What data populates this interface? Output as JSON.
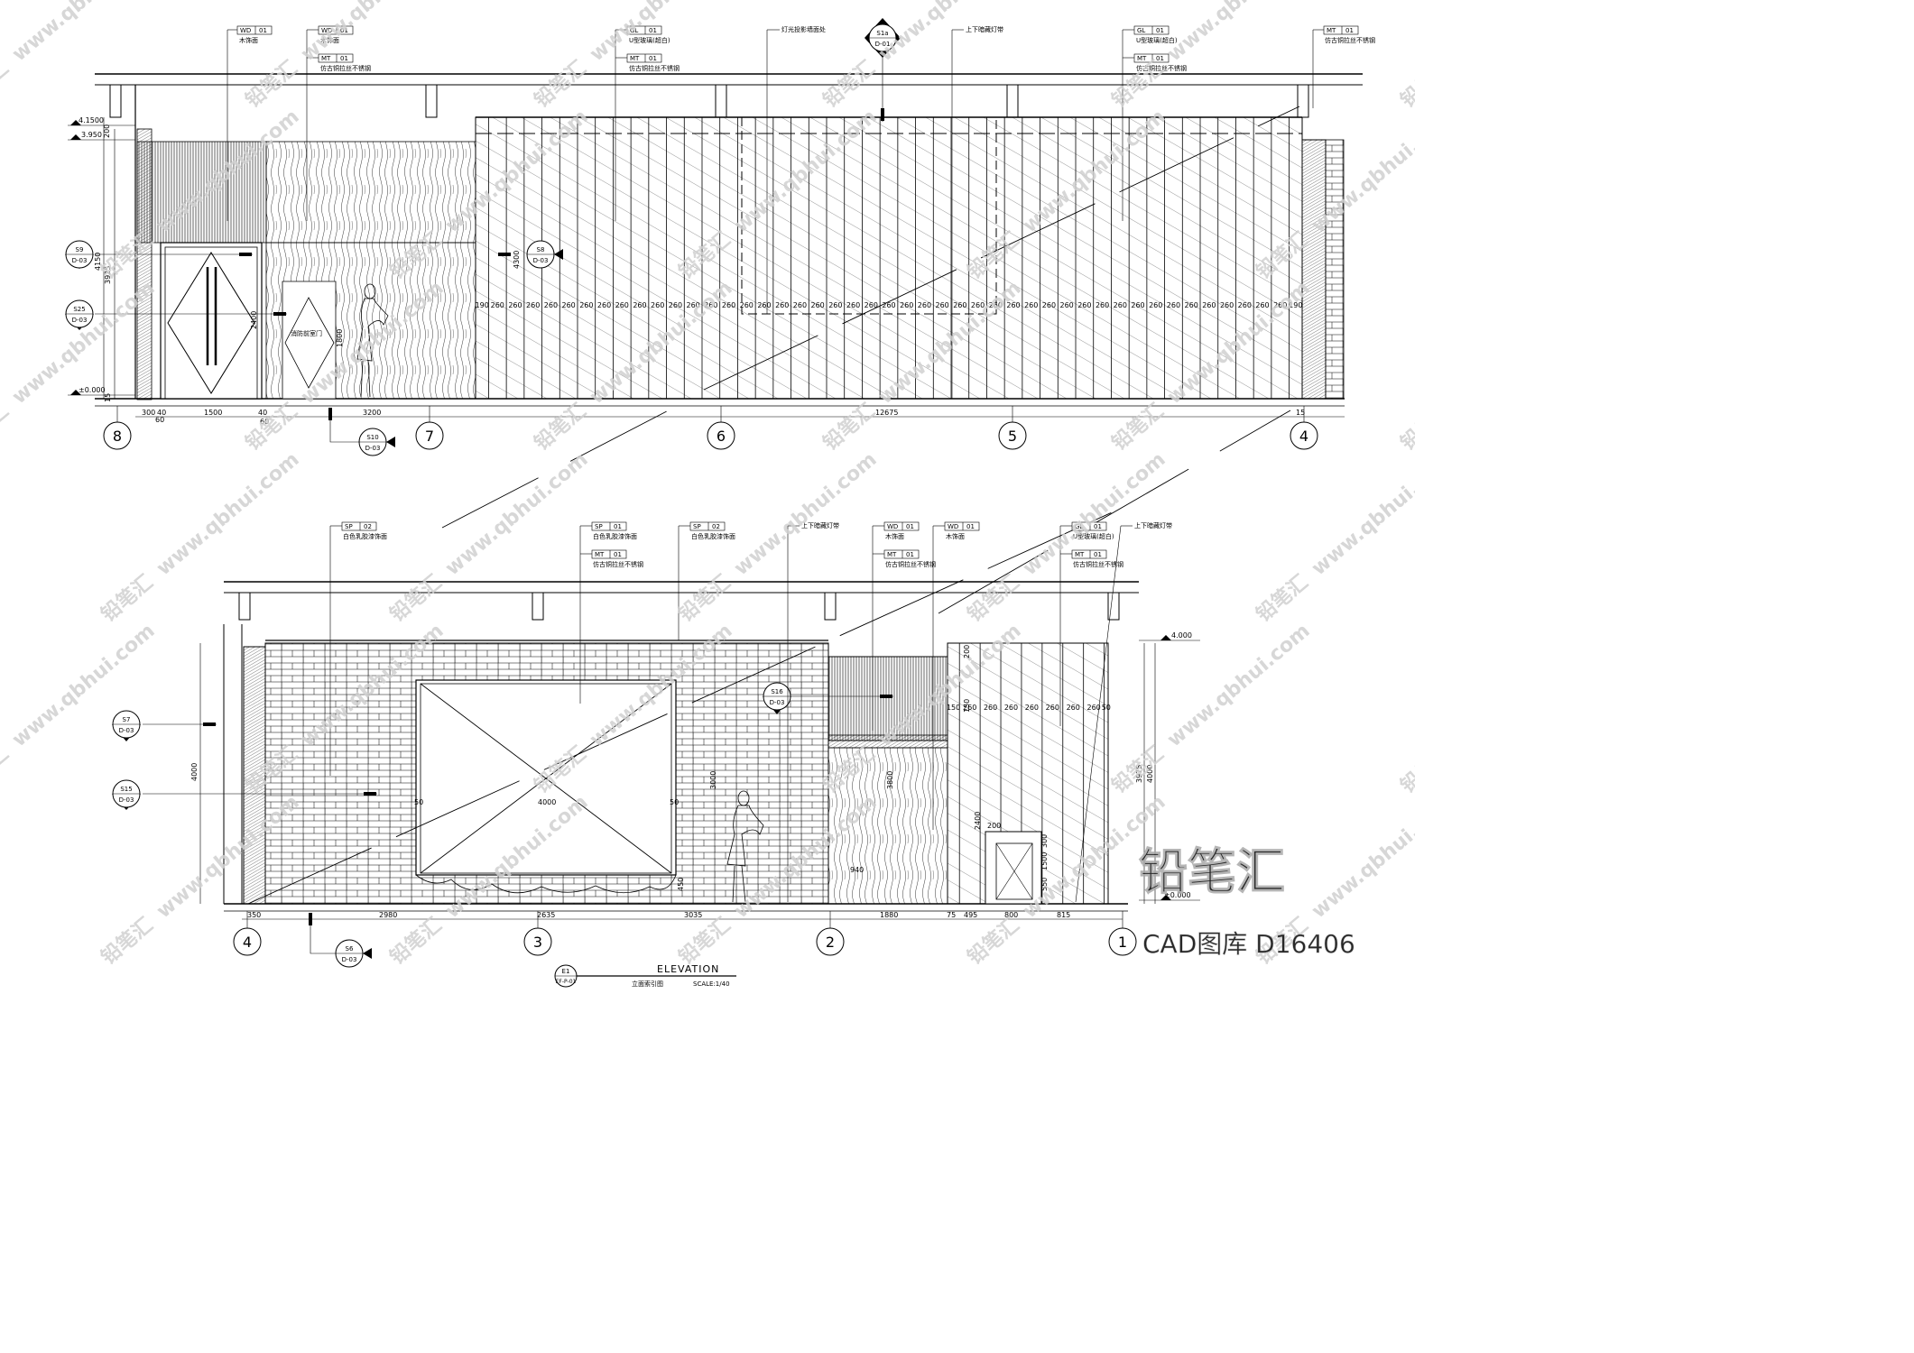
{
  "upper_elevation": {
    "levels": [
      "4.1500",
      "3.950",
      "±0.000"
    ],
    "vertical_dims": [
      "200",
      "3925",
      "4150",
      "2400",
      "1800",
      "4300",
      "15"
    ],
    "horizontal_dims": [
      "300",
      "40",
      "1500",
      "40",
      "60",
      "3200",
      "12675",
      "15",
      "60"
    ],
    "panel_spacing": [
      "190",
      "260",
      "260",
      "260",
      "260",
      "260",
      "260",
      "260",
      "260",
      "260",
      "260",
      "260",
      "260",
      "260",
      "260",
      "260",
      "260",
      "260",
      "260",
      "260",
      "260",
      "260",
      "260",
      "260",
      "260",
      "260",
      "260",
      "260",
      "260",
      "260",
      "260",
      "260",
      "260",
      "260",
      "260",
      "260",
      "260",
      "260",
      "260",
      "260",
      "260",
      "260",
      "260",
      "260",
      "260",
      "260",
      "190"
    ],
    "grid_labels": [
      "8",
      "7",
      "6",
      "5",
      "4"
    ],
    "section_markers": [
      {
        "code": "S9",
        "sheet": "D-03"
      },
      {
        "code": "S25",
        "sheet": "D-03"
      },
      {
        "code": "S8",
        "sheet": "D-03"
      },
      {
        "code": "S1a",
        "sheet": "D-01"
      },
      {
        "code": "S10",
        "sheet": "D-03"
      }
    ],
    "material_tags": [
      {
        "code": "WD",
        "num": "01",
        "note": "木饰面"
      },
      {
        "code": "WD",
        "num": "01",
        "note": "木饰面"
      },
      {
        "code": "MT",
        "num": "01",
        "note": "仿古铜拉丝不锈钢"
      },
      {
        "code": "GL",
        "num": "01",
        "note": "U型玻璃(超白)"
      },
      {
        "code": "MT",
        "num": "01",
        "note": "仿古铜拉丝不锈钢"
      },
      {
        "code": "GL",
        "num": "01",
        "note": "U型玻璃(超白)"
      },
      {
        "code": "MT",
        "num": "01",
        "note": "仿古铜拉丝不锈钢"
      },
      {
        "code": "MT",
        "num": "01",
        "note": "仿古铜拉丝不锈钢"
      }
    ],
    "notes": [
      "灯光投影墙面处",
      "上下暗藏灯带",
      "消防前室门"
    ]
  },
  "lower_elevation": {
    "levels": [
      "4.000",
      "±0.000"
    ],
    "vertical_dims": [
      "4000",
      "3000",
      "3800",
      "2400",
      "3975",
      "4000",
      "150",
      "450",
      "200",
      "1500",
      "300",
      "550",
      "200"
    ],
    "horizontal_dims": [
      "350",
      "2980",
      "2635",
      "3035",
      "1880",
      "75",
      "495",
      "800",
      "815",
      "4000",
      "50",
      "50",
      "940"
    ],
    "panel_spacing": [
      "150",
      "260",
      "260",
      "260",
      "260",
      "260",
      "260",
      "260",
      "50"
    ],
    "grid_labels": [
      "4",
      "3",
      "2",
      "1"
    ],
    "section_markers": [
      {
        "code": "S7",
        "sheet": "D-03"
      },
      {
        "code": "S15",
        "sheet": "D-03"
      },
      {
        "code": "S16",
        "sheet": "D-03"
      },
      {
        "code": "S6",
        "sheet": "D-03"
      }
    ],
    "material_tags": [
      {
        "code": "SP",
        "num": "02",
        "note": "白色乳胶漆饰面"
      },
      {
        "code": "SP",
        "num": "01",
        "note": "白色乳胶漆饰面"
      },
      {
        "code": "MT",
        "num": "01",
        "note": "仿古铜拉丝不锈钢"
      },
      {
        "code": "SP",
        "num": "02",
        "note": "白色乳胶漆饰面"
      },
      {
        "code": "WD",
        "num": "01",
        "note": "木饰面"
      },
      {
        "code": "MT",
        "num": "01",
        "note": "仿古铜拉丝不锈钢"
      },
      {
        "code": "WD",
        "num": "01",
        "note": "木饰面"
      },
      {
        "code": "GL",
        "num": "01",
        "note": "U型玻璃(超白)"
      },
      {
        "code": "MT",
        "num": "01",
        "note": "仿古铜拉丝不锈钢"
      }
    ],
    "notes": [
      "上下暗藏灯带",
      "上下暗藏灯带"
    ]
  },
  "title_block": {
    "ref_top": "E1",
    "ref_bottom": "EF-P-01",
    "title": "ELEVATION",
    "subtitle": "立面索引图",
    "scale": "SCALE:1/40"
  },
  "watermark": {
    "logo": "铅笔汇",
    "caption": "CAD图库 D16406",
    "repeat_text": "www.qbhui.com"
  },
  "colors": {
    "ink": "#000000",
    "watermark": "#c8c8c8",
    "paper": "#ffffff"
  }
}
